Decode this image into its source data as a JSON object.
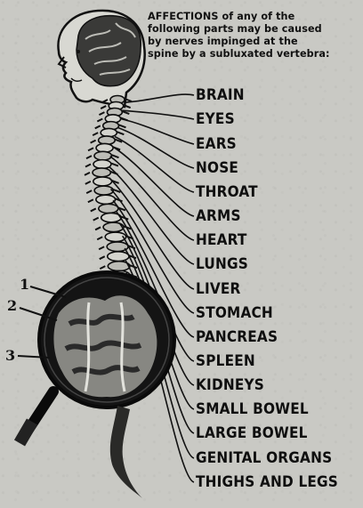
{
  "header": {
    "lines": [
      "AFFECTIONS of any of the",
      "following parts may be caused",
      "by nerves impinged at the",
      "spine by a subluxated vertebra:"
    ]
  },
  "parts": [
    "BRAIN",
    "EYES",
    "EARS",
    "NOSE",
    "THROAT",
    "ARMS",
    "HEART",
    "LUNGS",
    "LIVER",
    "STOMACH",
    "PANCREAS",
    "SPLEEN",
    "KIDNEYS",
    "SMALL BOWEL",
    "LARGE BOWEL",
    "GENITAL ORGANS",
    "THIGHS AND LEGS"
  ],
  "callouts": [
    "1",
    "2",
    "3"
  ]
}
